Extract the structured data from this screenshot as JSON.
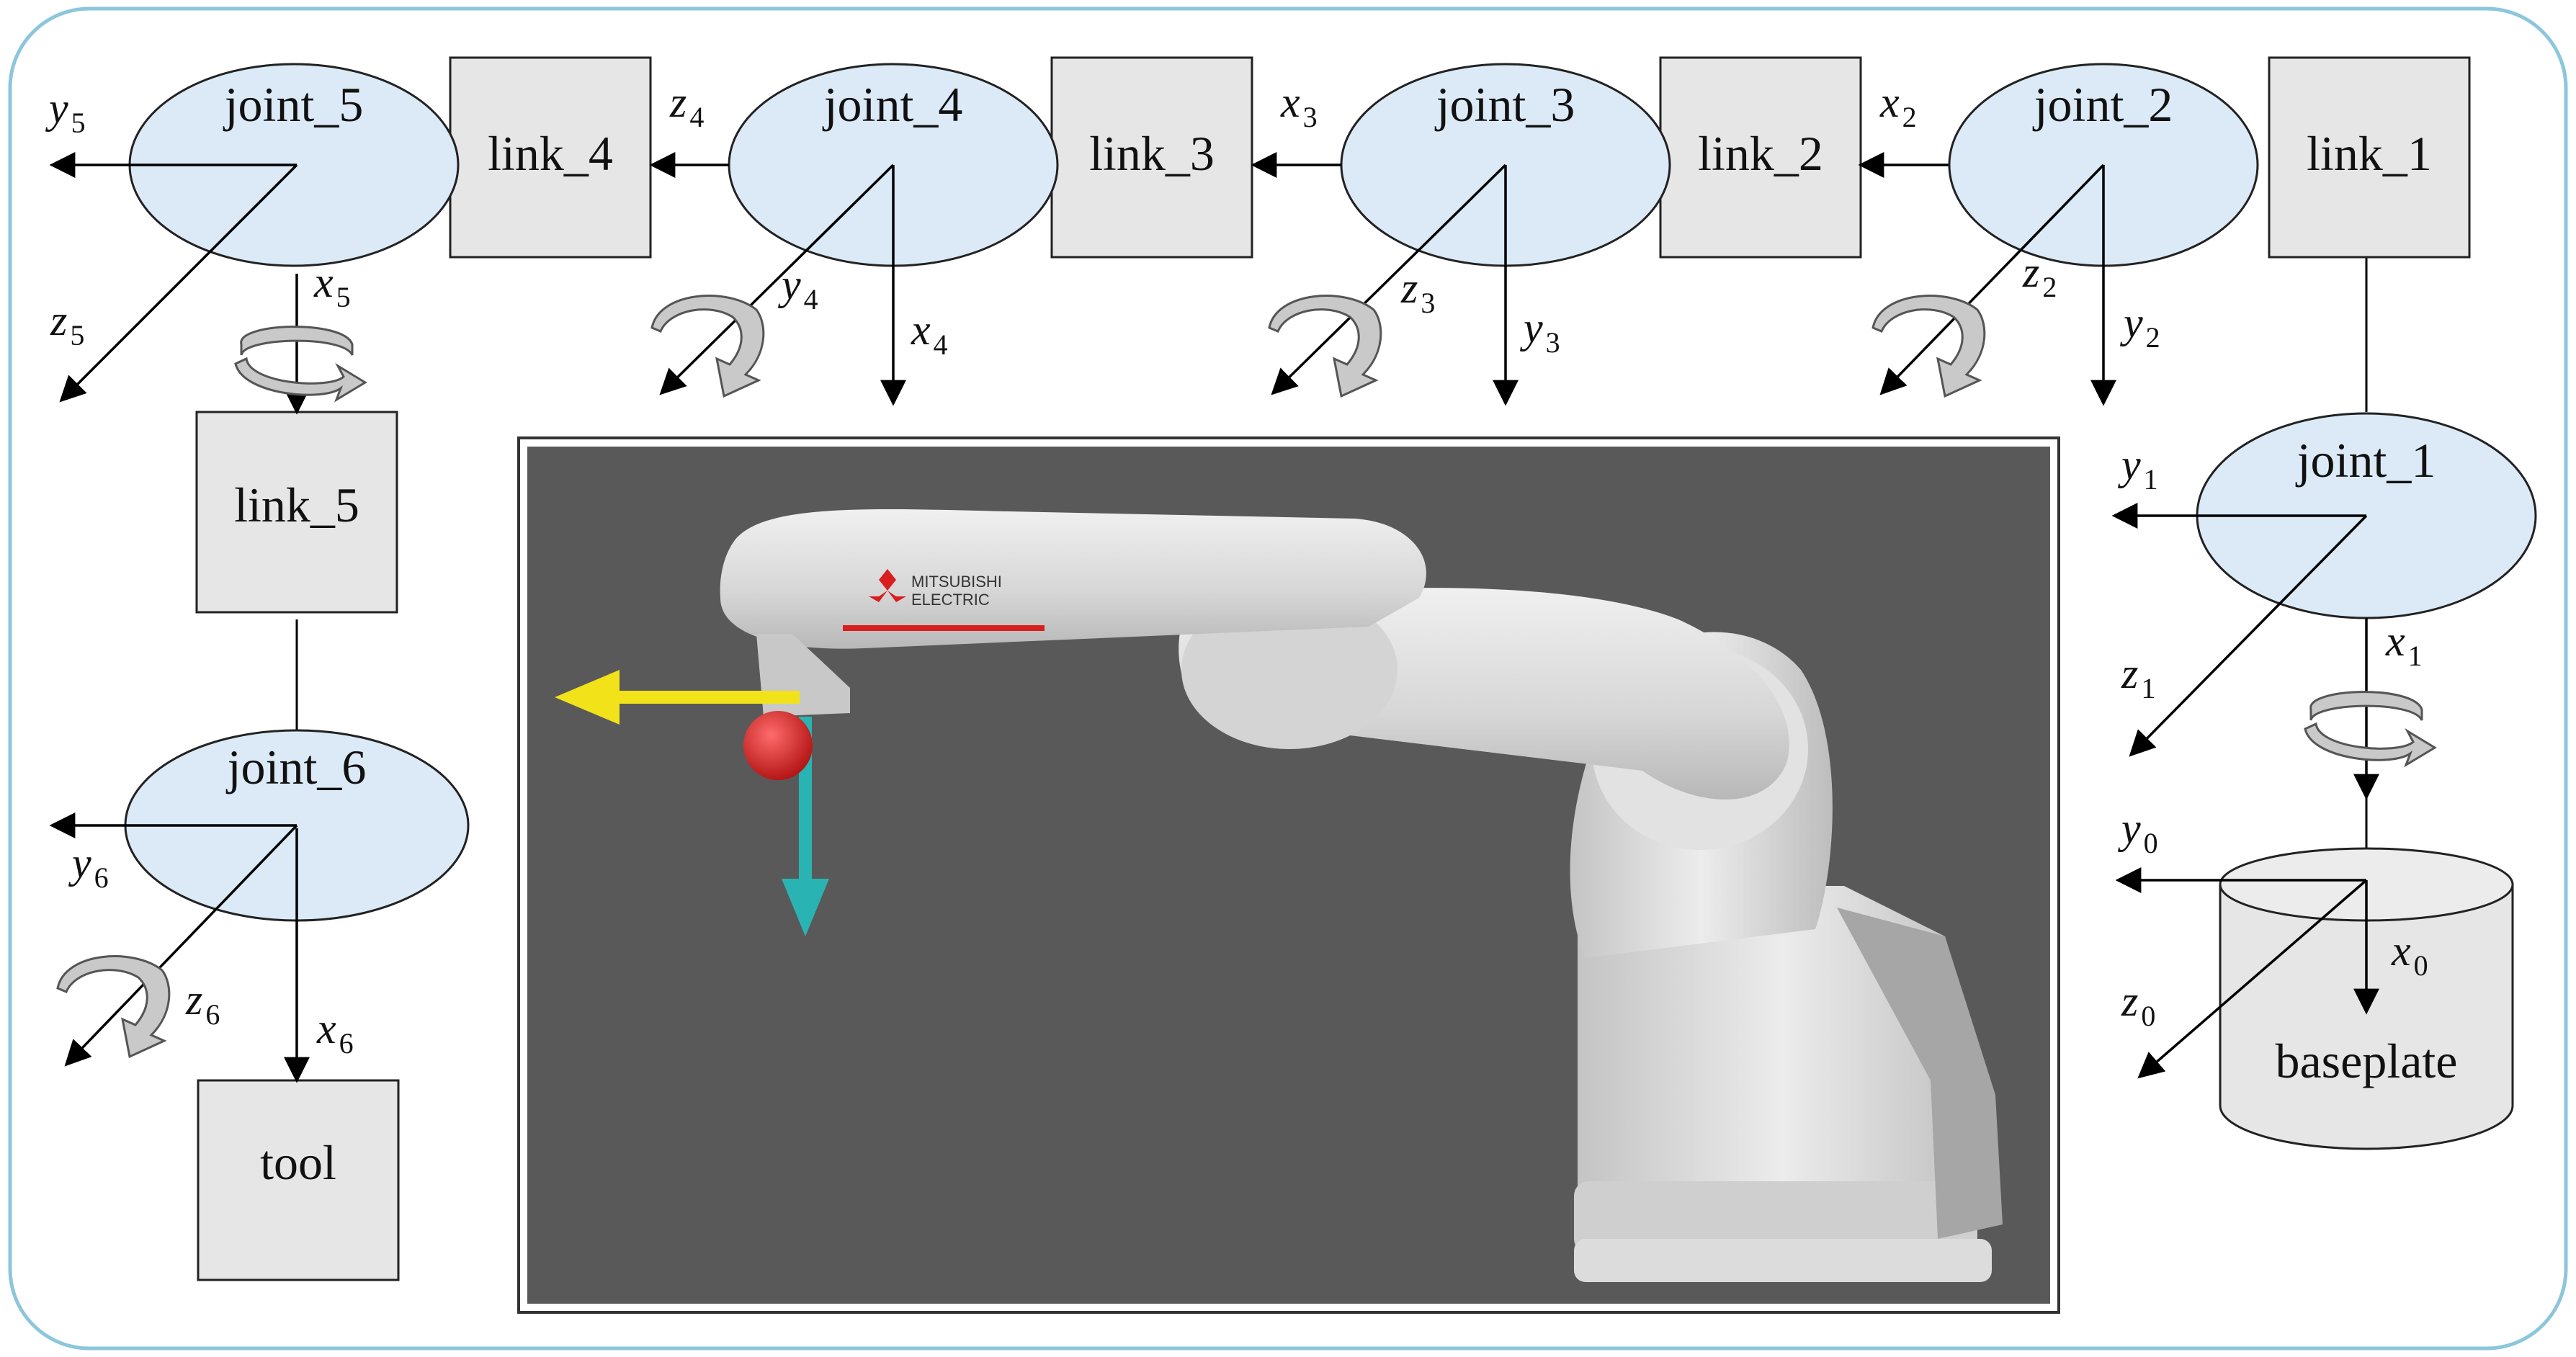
{
  "colors": {
    "frame_border": "#8cc6dc",
    "joint_fill": "#dbeaf6",
    "link_fill": "#e6e6e6",
    "viewport_bg": "#595959",
    "x_axis_arrow": "#f2e21a",
    "y_axis_arrow": "#2ab3b3",
    "z_axis_ball": "#d81e1e",
    "robot_body": "#d9d9d9",
    "logo_red": "#d81e1e"
  },
  "nodes": {
    "baseplate": "baseplate",
    "joint_1": "joint_1",
    "link_1": "link_1",
    "joint_2": "joint_2",
    "link_2": "link_2",
    "joint_3": "joint_3",
    "link_3": "link_3",
    "joint_4": "joint_4",
    "link_4": "link_4",
    "joint_5": "joint_5",
    "link_5": "link_5",
    "joint_6": "joint_6",
    "tool": "tool"
  },
  "axes": {
    "x0": {
      "letter": "x",
      "sub": "0"
    },
    "y0": {
      "letter": "y",
      "sub": "0"
    },
    "z0": {
      "letter": "z",
      "sub": "0"
    },
    "x1": {
      "letter": "x",
      "sub": "1"
    },
    "y1": {
      "letter": "y",
      "sub": "1"
    },
    "z1": {
      "letter": "z",
      "sub": "1"
    },
    "x2": {
      "letter": "x",
      "sub": "2"
    },
    "y2": {
      "letter": "y",
      "sub": "2"
    },
    "z2": {
      "letter": "z",
      "sub": "2"
    },
    "x3": {
      "letter": "x",
      "sub": "3"
    },
    "y3": {
      "letter": "y",
      "sub": "3"
    },
    "z3": {
      "letter": "z",
      "sub": "3"
    },
    "x4": {
      "letter": "x",
      "sub": "4"
    },
    "y4": {
      "letter": "y",
      "sub": "4"
    },
    "z4": {
      "letter": "z",
      "sub": "4"
    },
    "x5": {
      "letter": "x",
      "sub": "5"
    },
    "y5": {
      "letter": "y",
      "sub": "5"
    },
    "z5": {
      "letter": "z",
      "sub": "5"
    },
    "x6": {
      "letter": "x",
      "sub": "6"
    },
    "y6": {
      "letter": "y",
      "sub": "6"
    },
    "z6": {
      "letter": "z",
      "sub": "6"
    }
  },
  "robot_render": {
    "logo_line1": "MITSUBISHI",
    "logo_line2": "ELECTRIC"
  }
}
